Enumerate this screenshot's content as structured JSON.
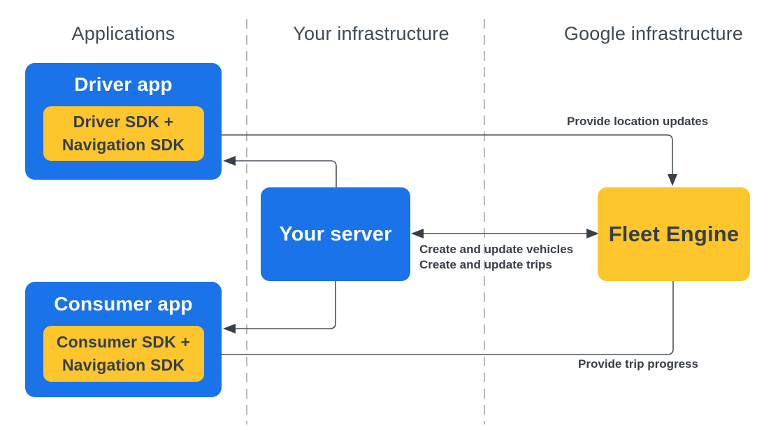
{
  "colors": {
    "blue": "#1a73e8",
    "yellow": "#fcc62c",
    "box_text_dark": "#373e47",
    "box_text_light": "#ffffff",
    "header_text": "#3e4a54",
    "line": "#4a525c",
    "arrowhead": "#39404a",
    "divider": "#a5a8ac",
    "background": "#ffffff"
  },
  "columns": [
    {
      "label": "Applications"
    },
    {
      "label": "Your infrastructure"
    },
    {
      "label": "Google infrastructure"
    }
  ],
  "nodes": {
    "driver_app": {
      "title": "Driver app",
      "sdk": {
        "line1": "Driver SDK +",
        "line2": "Navigation SDK"
      }
    },
    "consumer_app": {
      "title": "Consumer app",
      "sdk": {
        "line1": "Consumer SDK +",
        "line2": "Navigation SDK"
      }
    },
    "your_server": {
      "title": "Your server"
    },
    "fleet_engine": {
      "title": "Fleet Engine"
    }
  },
  "edges": {
    "driver_to_fleet": {
      "label": "Provide location updates",
      "from": "Driver SDK + Navigation SDK",
      "to": "Fleet Engine"
    },
    "server_fleet_bidirectional": {
      "label_line1": "Create and update vehicles",
      "label_line2": "Create and update trips",
      "from": "Your server",
      "to": "Fleet Engine"
    },
    "server_to_driver_app": {
      "from": "Your server",
      "to": "Driver app"
    },
    "server_to_consumer_app": {
      "from": "Your server",
      "to": "Consumer app"
    },
    "fleet_to_consumer": {
      "label": "Provide trip progress",
      "from": "Fleet Engine",
      "to": "Consumer SDK + Navigation SDK"
    }
  }
}
